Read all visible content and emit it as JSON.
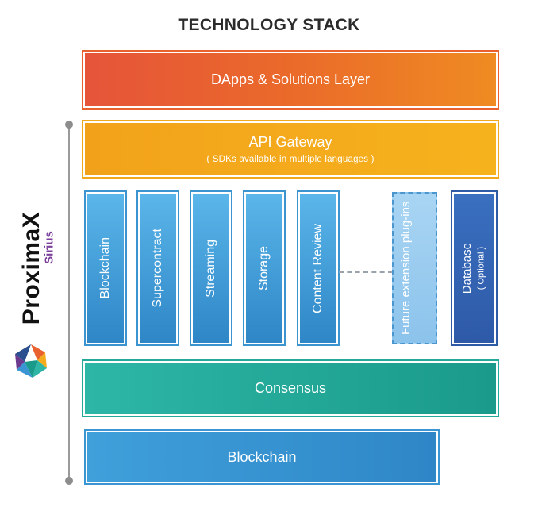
{
  "title": "TECHNOLOGY STACK",
  "layers": {
    "dapps": "DApps & Solutions Layer",
    "api_gateway": "API Gateway",
    "api_gateway_sub": "( SDKs available in multiple languages )",
    "consensus": "Consensus",
    "blockchain": "Blockchain"
  },
  "modules": [
    {
      "label": "Blockchain"
    },
    {
      "label": "Supercontract"
    },
    {
      "label": "Streaming"
    },
    {
      "label": "Storage"
    },
    {
      "label": "Content Review"
    },
    {
      "label": "Future extension plug-ins"
    },
    {
      "label": "Database",
      "note": "( Optional )"
    }
  ],
  "logo": {
    "name": "ProximaX",
    "product": "Sirius",
    "icon": "proximax-logo-icon"
  },
  "colors": {
    "dapps": "#e8612e",
    "api_gateway": "#f4ab1c",
    "consensus": "#23a89a",
    "blockchain": "#3a95d2",
    "module": "#3b93cf",
    "future": "#9ccbf0",
    "database": "#2f5aa5"
  }
}
